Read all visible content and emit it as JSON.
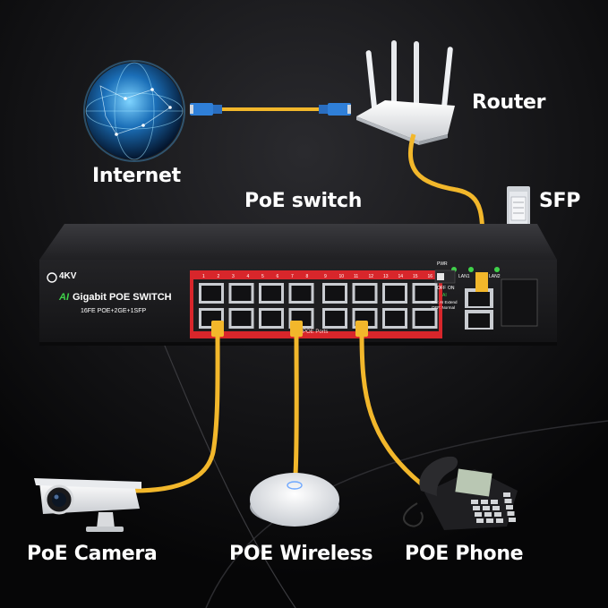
{
  "labels": {
    "internet": "Internet",
    "router": "Router",
    "poe_switch": "PoE switch",
    "sfp": "SFP",
    "poe_camera": "PoE Camera",
    "poe_wireless": "POE Wireless",
    "poe_phone": "POE Phone"
  },
  "switch": {
    "brand": "4KV",
    "ai_mark": "AI",
    "model": "Gigabit POE SWITCH",
    "spec": "16FE POE+2GE+1SFP",
    "port_strip": "POE Ports",
    "pwr": "PWR",
    "lan1": "LAN1",
    "lan2": "LAN2",
    "dip_off": "OFF",
    "dip_on": "ON",
    "ai_extend": "AI",
    "dip_note_on": "ON: AI Extend",
    "dip_note_off": "OFF: Normal",
    "port_numbers": [
      "1",
      "2",
      "3",
      "4",
      "5",
      "6",
      "7",
      "8",
      "9",
      "10",
      "11",
      "12",
      "13",
      "14",
      "15",
      "16"
    ]
  },
  "colors": {
    "background": "#0b0b0c",
    "cable": "#f2b72b",
    "poe_panel": "#d8262b",
    "switch_body": "#1b1b1d",
    "rj45_connector": "#2f7fd8"
  },
  "icons": {
    "internet": "globe-icon",
    "router": "wifi-router-icon",
    "sfp": "sfp-module-icon",
    "camera": "bullet-camera-icon",
    "wireless": "ceiling-access-point-icon",
    "phone": "ip-phone-icon"
  }
}
